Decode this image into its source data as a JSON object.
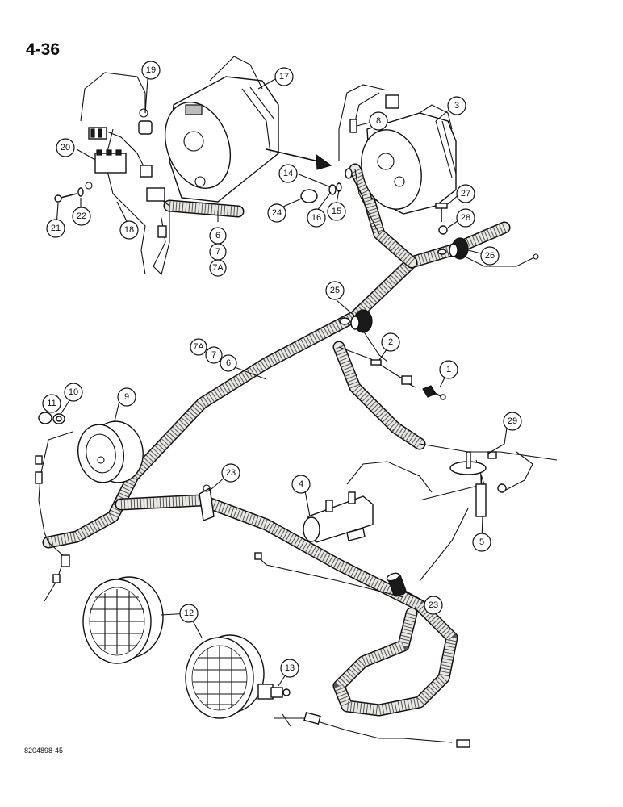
{
  "page": {
    "number": "4-36",
    "drawing_code": "8204898-45"
  },
  "callouts": {
    "c1": "1",
    "c2": "2",
    "c3": "3",
    "c4": "4",
    "c5": "5",
    "c6a": "6",
    "c6b": "6",
    "c7a": "7",
    "c7b": "7",
    "c7Aa": "7A",
    "c7Ab": "7A",
    "c8": "8",
    "c9": "9",
    "c10": "10",
    "c11": "11",
    "c12": "12",
    "c13": "13",
    "c14": "14",
    "c15": "15",
    "c16": "16",
    "c17": "17",
    "c18": "18",
    "c19": "19",
    "c20": "20",
    "c21": "21",
    "c22": "22",
    "c23a": "23",
    "c23b": "23",
    "c24": "24",
    "c25": "25",
    "c26": "26",
    "c27": "27",
    "c28": "28",
    "c29": "29"
  }
}
